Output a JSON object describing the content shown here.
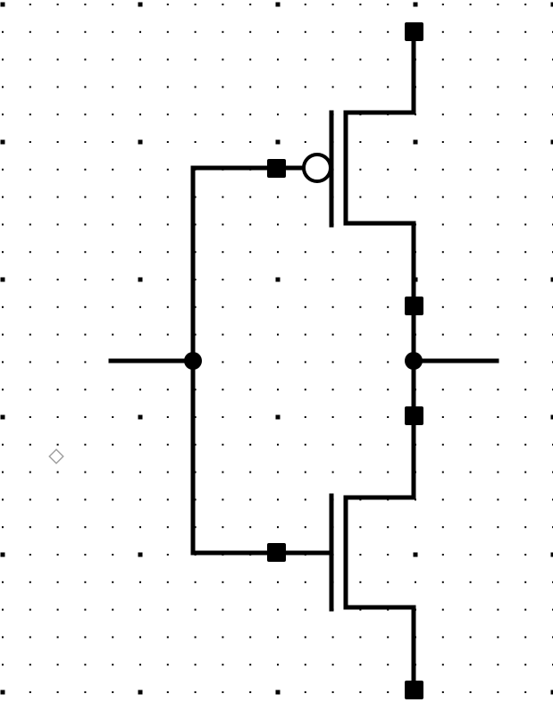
{
  "editor": {
    "grid_visible": true,
    "grid_minor_color": "#000000",
    "grid_major_color": "#000000",
    "background_color": "#ffffff"
  },
  "schematic": {
    "circuit": "CMOS inverter",
    "wire_color": "#000000",
    "pin_color": "#000000",
    "junction_color": "#000000",
    "cursor_marker_color": "#9e9e9e",
    "components": [
      {
        "id": "pmos",
        "kind": "pmos-transistor",
        "gate_bubble": true
      },
      {
        "id": "nmos",
        "kind": "nmos-transistor",
        "gate_bubble": false
      }
    ],
    "pins": [
      {
        "id": "vdd-pin",
        "net": "top"
      },
      {
        "id": "pmos-gate-pin",
        "net": "input"
      },
      {
        "id": "pmos-drain-pin",
        "net": "output"
      },
      {
        "id": "nmos-drain-pin",
        "net": "output"
      },
      {
        "id": "nmos-gate-pin",
        "net": "input"
      },
      {
        "id": "gnd-pin",
        "net": "bottom"
      }
    ],
    "junctions": [
      {
        "id": "input-junction",
        "net": "input"
      },
      {
        "id": "output-junction",
        "net": "output"
      }
    ]
  }
}
